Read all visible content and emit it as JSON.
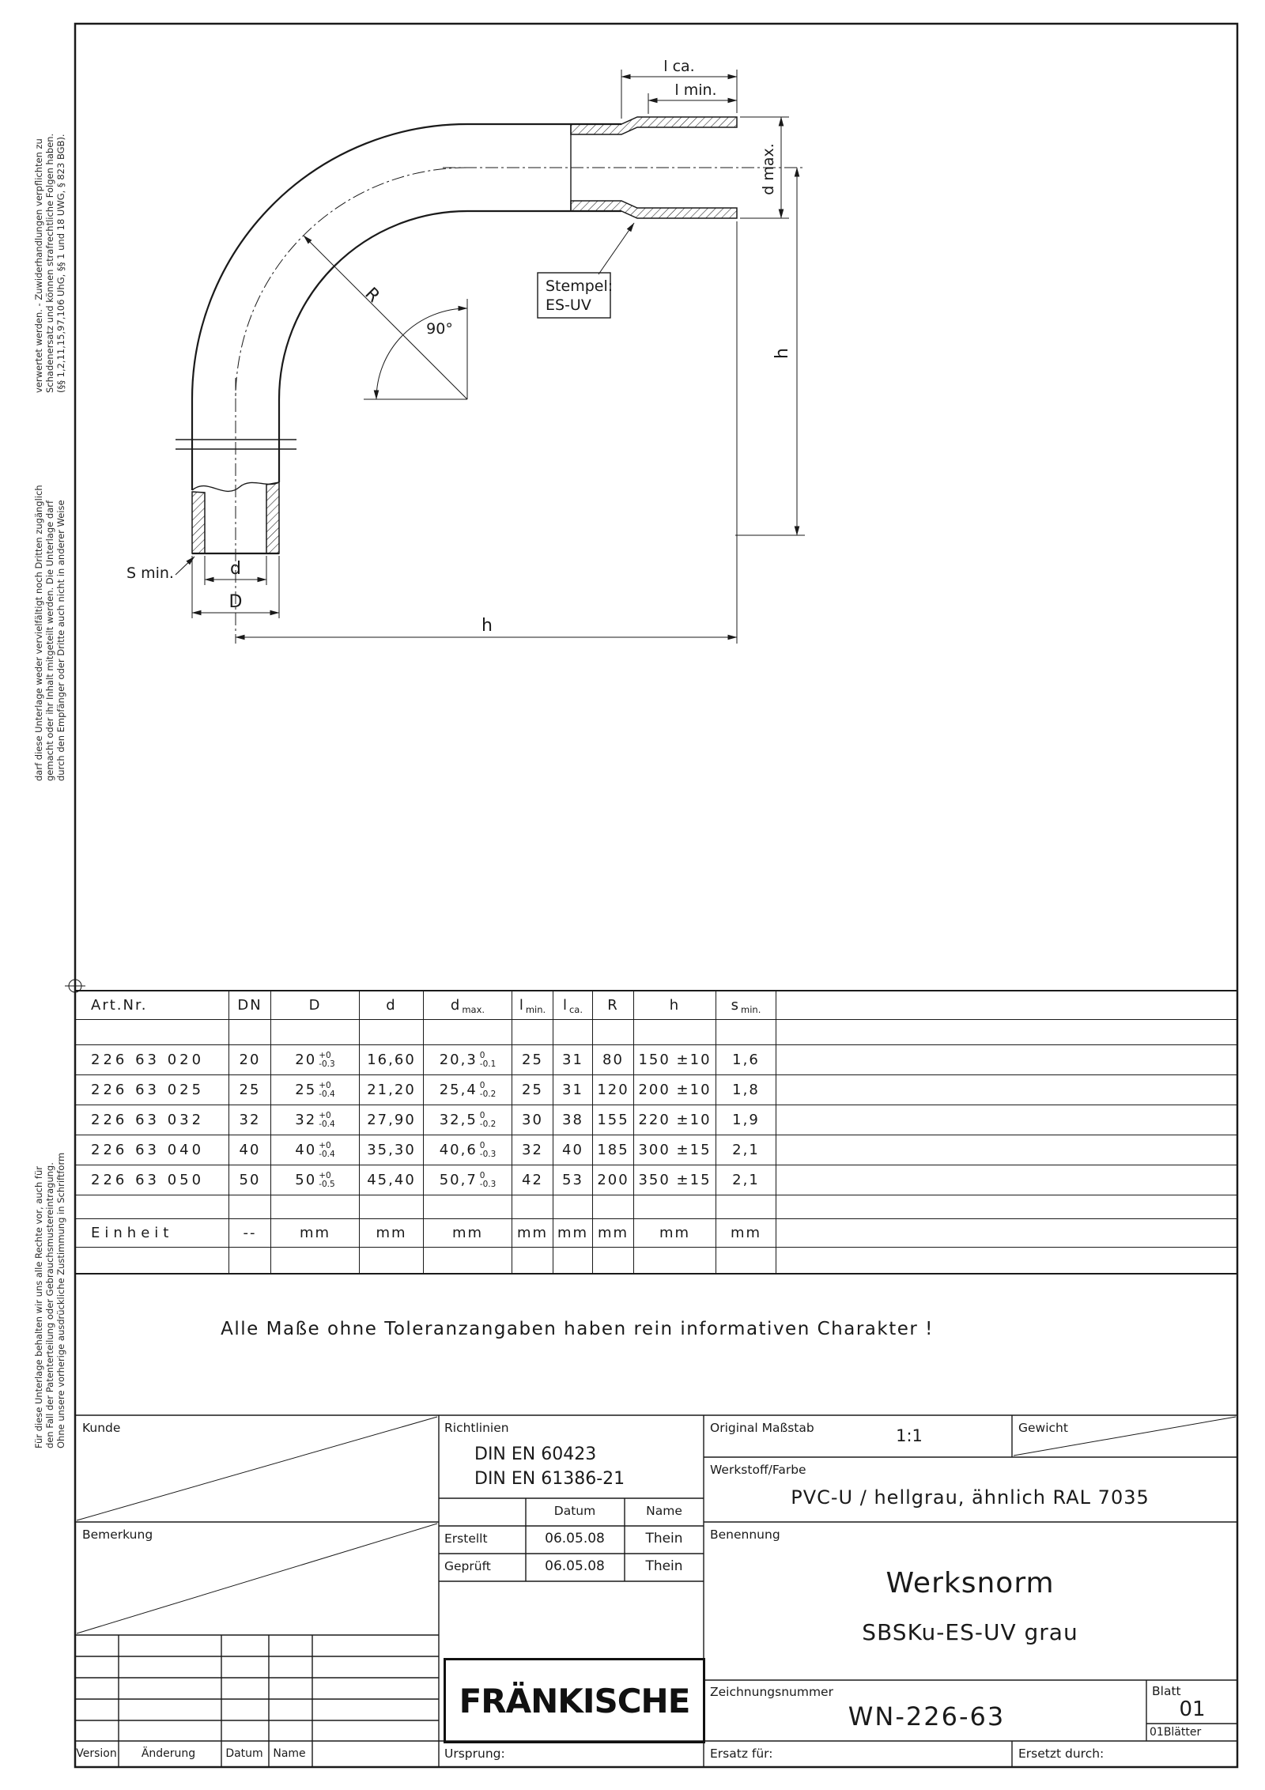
{
  "side_notes": {
    "b1l1": "verwertet werden. - Zuwiderhandlungen verpflichten zu",
    "b1l2": "Schadenersatz und können strafrechtliche Folgen haben.",
    "b1l3": "(§§ 1,2,11,15,97,106 UhG, §§ 1 und 18 UWG, § 823 BGB).",
    "b2l1": "darf diese Unterlage weder vervielfältigt noch Dritten zugänglich",
    "b2l2": "gemacht oder ihr Inhalt mitgeteilt werden. Die Unterlage darf",
    "b2l3": "durch den Empfänger oder Dritte auch nicht in anderer Weise",
    "b3l1": "Für diese Unterlage behalten wir uns alle Rechte vor, auch für",
    "b3l2": "den Fall der Patenterteilung oder Gebrauchsmustereintragung.",
    "b3l3": "Ohne unsere vorherige ausdrückliche Zustimmung in Schriftform"
  },
  "drawing": {
    "dim_l_ca": "l ca.",
    "dim_l_min": "l min.",
    "dim_d_max": "d max.",
    "dim_h_right": "h",
    "dim_h_bottom": "h",
    "dim_R": "R",
    "dim_angle": "90°",
    "stamp_line1": "Stempel:",
    "stamp_line2": "ES-UV",
    "dim_s_min": "S min.",
    "dim_d": "d",
    "dim_D": "D"
  },
  "table": {
    "headers": [
      {
        "main": "Art.Nr."
      },
      {
        "main": "DN"
      },
      {
        "main": "D"
      },
      {
        "main": "d"
      },
      {
        "main": "d",
        "sub": "max."
      },
      {
        "main": "l",
        "sub": "min."
      },
      {
        "main": "l",
        "sub": "ca."
      },
      {
        "main": "R"
      },
      {
        "main": "h"
      },
      {
        "main": "s",
        "sub": "min."
      }
    ],
    "rows": [
      {
        "art": "226 63 020",
        "dn": "20",
        "D": "20",
        "D_tp": "+0",
        "D_tm": "-0.3",
        "d": "16,60",
        "dmax": "20,3",
        "dmax_tp": "0",
        "dmax_tm": "-0.1",
        "lmin": "25",
        "lca": "31",
        "R": "80",
        "h": "150 ±10",
        "smin": "1,6"
      },
      {
        "art": "226 63 025",
        "dn": "25",
        "D": "25",
        "D_tp": "+0",
        "D_tm": "-0.4",
        "d": "21,20",
        "dmax": "25,4",
        "dmax_tp": "0",
        "dmax_tm": "-0.2",
        "lmin": "25",
        "lca": "31",
        "R": "120",
        "h": "200 ±10",
        "smin": "1,8"
      },
      {
        "art": "226 63 032",
        "dn": "32",
        "D": "32",
        "D_tp": "+0",
        "D_tm": "-0.4",
        "d": "27,90",
        "dmax": "32,5",
        "dmax_tp": "0",
        "dmax_tm": "-0.2",
        "lmin": "30",
        "lca": "38",
        "R": "155",
        "h": "220 ±10",
        "smin": "1,9"
      },
      {
        "art": "226 63 040",
        "dn": "40",
        "D": "40",
        "D_tp": "+0",
        "D_tm": "-0.4",
        "d": "35,30",
        "dmax": "40,6",
        "dmax_tp": "0",
        "dmax_tm": "-0.3",
        "lmin": "32",
        "lca": "40",
        "R": "185",
        "h": "300 ±15",
        "smin": "2,1"
      },
      {
        "art": "226 63 050",
        "dn": "50",
        "D": "50",
        "D_tp": "+0",
        "D_tm": "-0.5",
        "d": "45,40",
        "dmax": "50,7",
        "dmax_tp": "0",
        "dmax_tm": "-0.3",
        "lmin": "42",
        "lca": "53",
        "R": "200",
        "h": "350 ±15",
        "smin": "2,1"
      }
    ],
    "unit": {
      "label": "Einheit",
      "vals": [
        "--",
        "mm",
        "mm",
        "mm",
        "mm",
        "mm",
        "mm",
        "mm",
        "mm"
      ]
    }
  },
  "note": "Alle Maße ohne Toleranzangaben haben rein informativen Charakter !",
  "titleblock": {
    "kunde": "Kunde",
    "richtlinien": "Richtlinien",
    "din1": "DIN EN 60423",
    "din2": "DIN EN 61386-21",
    "massstab_label": "Original Maßstab",
    "massstab": "1:1",
    "gewicht": "Gewicht",
    "werkstoff_label": "Werkstoff/Farbe",
    "werkstoff": "PVC-U / hellgrau, ähnlich RAL 7035",
    "bemerkung": "Bemerkung",
    "datum_hdr": "Datum",
    "name_hdr": "Name",
    "erstellt": "Erstellt",
    "erstellt_datum": "06.05.08",
    "erstellt_name": "Thein",
    "geprueft": "Geprüft",
    "geprueft_datum": "06.05.08",
    "geprueft_name": "Thein",
    "benennung_label": "Benennung",
    "benennung1": "Werksnorm",
    "benennung2": "SBSKu-ES-UV grau",
    "logo": "FRÄNKISCHE",
    "zeichnungsnummer_label": "Zeichnungsnummer",
    "zeichnungsnummer": "WN-226-63",
    "blatt_label": "Blatt",
    "blatt": "01",
    "blaetter": "01Blätter",
    "version": "Version",
    "aenderung": "Änderung",
    "datum2": "Datum",
    "name2": "Name",
    "ursprung": "Ursprung:",
    "ersatz": "Ersatz für:",
    "ersetzt": "Ersetzt durch:"
  }
}
